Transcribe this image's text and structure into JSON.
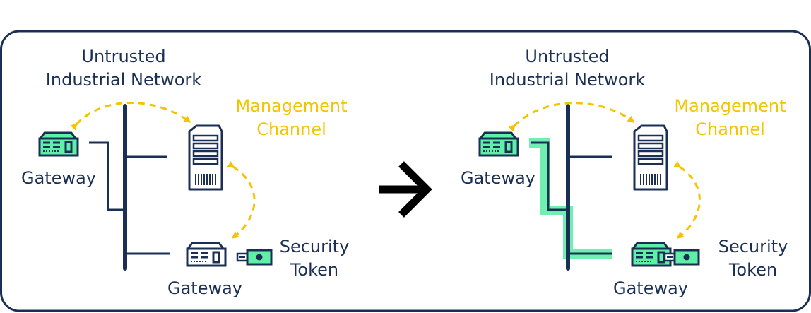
{
  "colors": {
    "navy": "#1b2f55",
    "gold": "#f5c400",
    "green": "#5ef0a6",
    "highlight": "#6ff0b0",
    "border": "#1b2f55"
  },
  "left_panel": {
    "network_line1": "Untrusted",
    "network_line2": "Industrial Network",
    "mgmt_line1": "Management",
    "mgmt_line2": "Channel",
    "gateway_top": "Gateway",
    "gateway_bottom": "Gateway",
    "token_line1": "Security",
    "token_line2": "Token"
  },
  "right_panel": {
    "network_line1": "Untrusted",
    "network_line2": "Industrial Network",
    "mgmt_line1": "Management",
    "mgmt_line2": "Channel",
    "gateway_top": "Gateway",
    "gateway_bottom": "Gateway",
    "token_line1": "Security",
    "token_line2": "Token"
  },
  "icons": {
    "transition": "arrow-right-icon",
    "server": "server-icon",
    "gateway": "gateway-icon",
    "token": "usb-token-icon"
  }
}
